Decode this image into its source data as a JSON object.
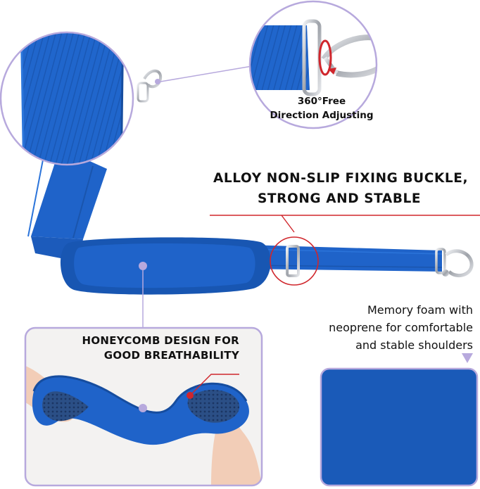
{
  "callouts": {
    "swivel": {
      "line1": "360°Free",
      "line2": "Direction Adjusting"
    },
    "buckle": {
      "line1": "ALLOY NON-SLIP FIXING BUCKLE,",
      "line2": "STRONG AND STABLE"
    },
    "foam": {
      "line1": "Memory foam with",
      "line2": "neoprene for comfortable",
      "line3": "and stable shoulders"
    },
    "honeycomb": {
      "line1": "HONEYCOMB DESIGN FOR",
      "line2": "GOOD BREATHABILITY"
    }
  },
  "colors": {
    "strap_blue": "#1f63c9",
    "pad_blue": "#1a5ab8",
    "accent_lavender": "#b7a9dd",
    "callout_red": "#d0262c",
    "metal": "#b9bcc2"
  }
}
